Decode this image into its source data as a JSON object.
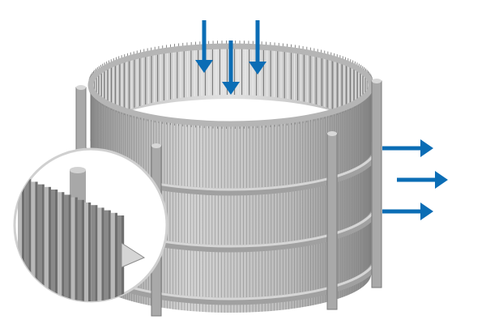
{
  "diagram": {
    "subject": "wedge-wire-cylindrical-screen",
    "colors": {
      "arrow": "#0b6db5",
      "metal_light": "#c9c9c9",
      "metal_mid": "#a9a9a9",
      "metal_dark": "#7d7d7d",
      "inset_border": "#cfcfcf"
    },
    "inflow_arrows": {
      "direction": "down",
      "count": 3
    },
    "outflow_arrows": {
      "direction": "right",
      "count": 3
    },
    "inset": {
      "shows": "wedge-wire-profile-detail"
    }
  }
}
